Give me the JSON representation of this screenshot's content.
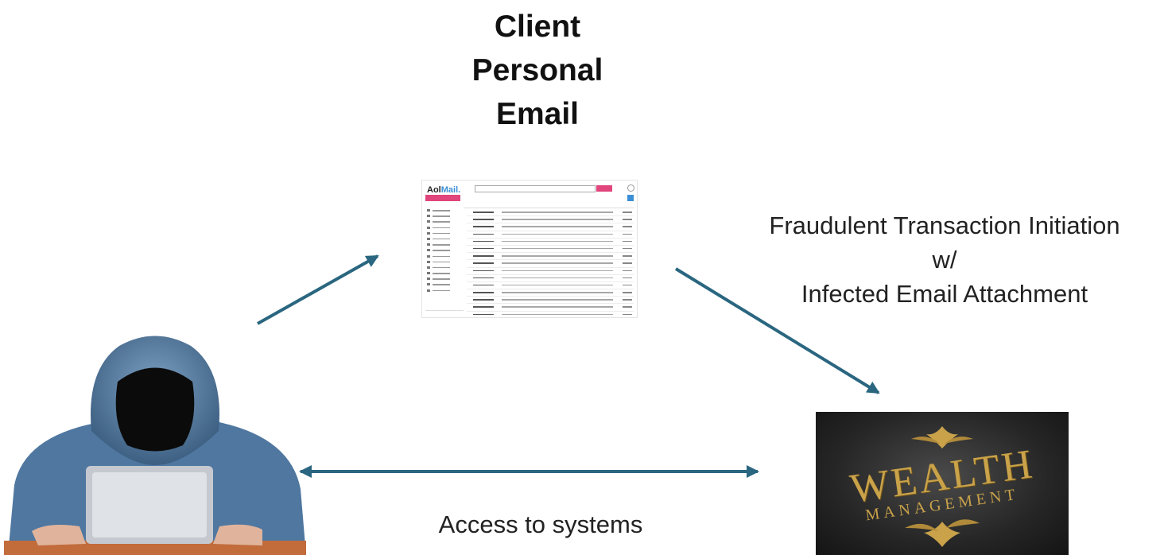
{
  "title": {
    "line1": "Client",
    "line2": "Personal",
    "line3": "Email"
  },
  "fraud_label": {
    "line1": "Fraudulent Transaction Initiation",
    "line2": "w/",
    "line3": "Infected Email Attachment"
  },
  "access_label": "Access to systems",
  "mail_screenshot": {
    "logo_prefix": "Aol",
    "logo_suffix": "Mail."
  },
  "wealth_image": {
    "word1": "WEALTH",
    "word2": "MANAGEMENT"
  },
  "colors": {
    "arrow": "#2a6680",
    "wealth_gold": "#c9a24a",
    "mail_accent": "#e0457b"
  }
}
